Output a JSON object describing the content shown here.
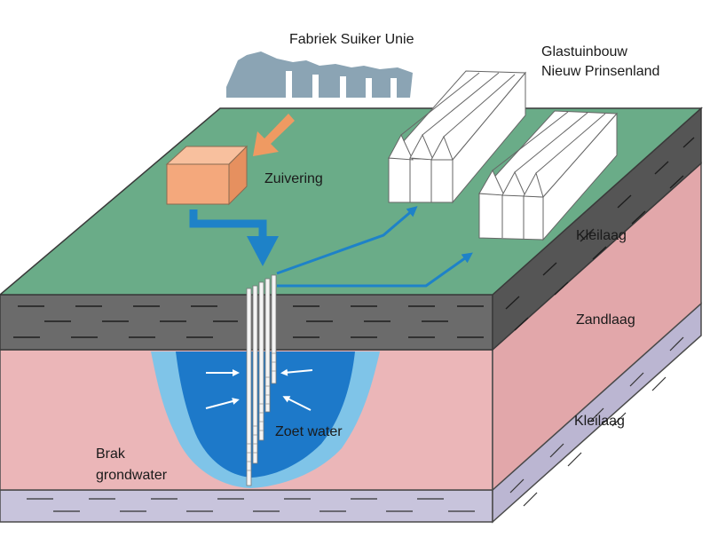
{
  "labels": {
    "factory": "Fabriek Suiker Unie",
    "greenhouse_line1": "Glastuinbouw",
    "greenhouse_line2": "Nieuw Prinsenland",
    "purification": "Zuivering",
    "clay_layer_top": "Kleilaag",
    "sand_layer": "Zandlaag",
    "clay_layer_bottom": "Kleilaag",
    "fresh_water": "Zoet water",
    "brackish_line1": "Brak",
    "brackish_line2": "grondwater"
  },
  "colors": {
    "surface": "#6aac88",
    "clay": "#6b6b6b",
    "clay_side": "#555555",
    "sand": "#ebb6b8",
    "sand_side": "#e2a7aa",
    "bottom_clay": "#c8c4dc",
    "fresh_water": "#1d79c9",
    "fresh_water_halo": "#7fc4e8",
    "flow_arrow": "#1e82c8",
    "input_arrow": "#ef9a62",
    "purification_box": "#f4a87c",
    "factory": "#8ba4b4",
    "greenhouse": "#ffffff"
  },
  "icons": [
    "factory-icon",
    "greenhouse-icon",
    "purification-box-icon",
    "well-icon",
    "flow-arrow-icon"
  ]
}
